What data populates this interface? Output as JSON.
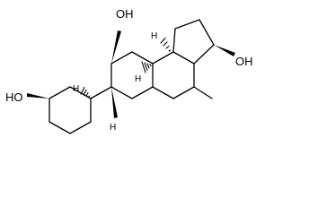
{
  "structure": {
    "labels": {
      "oh_c3": "HO",
      "oh_c7": "OH",
      "oh_c17": "OH",
      "h_c5": "H",
      "h_c8": "H",
      "h_c9": "H",
      "h_c14": "H"
    }
  }
}
